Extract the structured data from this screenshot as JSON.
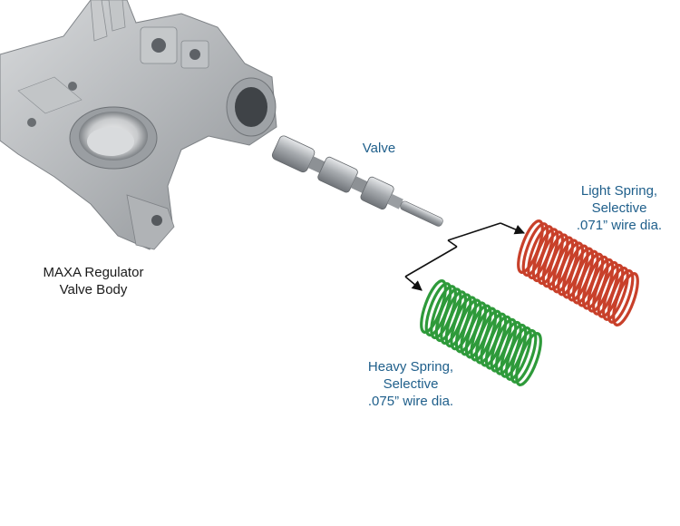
{
  "labels": {
    "valve_body": [
      "MAXA Regulator",
      "Valve Body"
    ],
    "valve": "Valve",
    "light_spring": [
      "Light Spring,",
      "Selective",
      ".071” wire dia."
    ],
    "heavy_spring": [
      "Heavy Spring,",
      "Selective",
      ".075” wire dia."
    ]
  },
  "colors": {
    "label_text": "#1f5f8b",
    "body_text": "#1a1a1a",
    "light_spring": "#c8402a",
    "heavy_spring": "#2e9a3a",
    "casting": "#b9bcbf",
    "valve_metal": "#a9adb1",
    "arrow": "#111111"
  }
}
